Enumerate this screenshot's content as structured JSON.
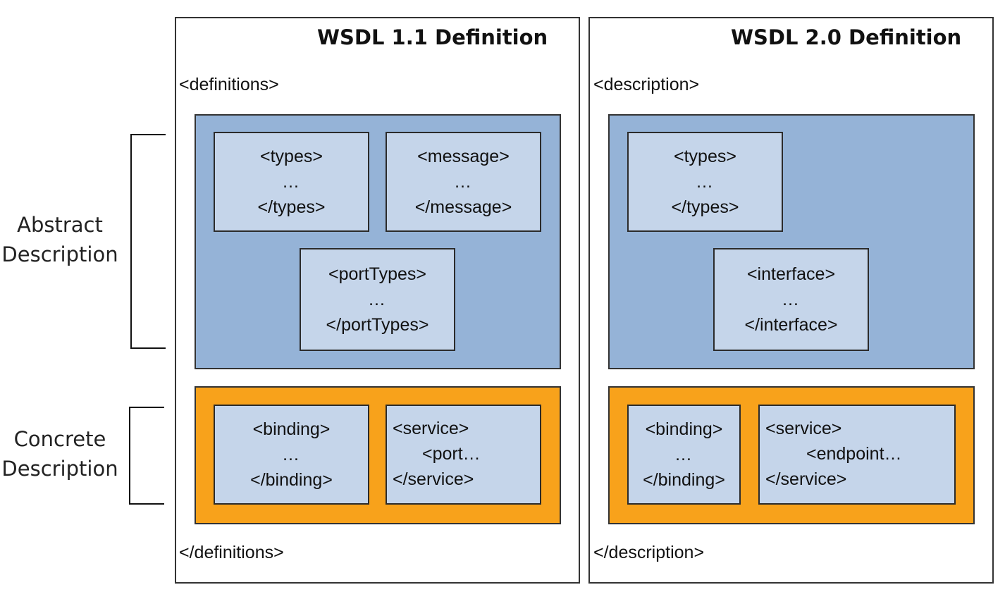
{
  "side_labels": {
    "abstract": [
      "Abstract",
      "Description"
    ],
    "concrete": [
      "Concrete",
      "Description"
    ]
  },
  "wsdl11": {
    "title": "WSDL 1.1 Definition",
    "open_tag": "<definitions>",
    "close_tag": "</definitions>",
    "types": {
      "open": "<types>",
      "dots": "…",
      "close": "</types>"
    },
    "message": {
      "open": "<message>",
      "dots": "…",
      "close": "</message>"
    },
    "portTypes": {
      "open": "<portTypes>",
      "dots": "…",
      "close": "</portTypes>"
    },
    "binding": {
      "open": "<binding>",
      "dots": "…",
      "close": "</binding>"
    },
    "service": {
      "open": "<service>",
      "inner": "<port…",
      "close": "</service>"
    }
  },
  "wsdl20": {
    "title": "WSDL 2.0 Definition",
    "open_tag": "<description>",
    "close_tag": "</description>",
    "types": {
      "open": "<types>",
      "dots": "…",
      "close": "</types>"
    },
    "interface": {
      "open": "<interface>",
      "dots": "…",
      "close": "</interface>"
    },
    "binding": {
      "open": "<binding>",
      "dots": "…",
      "close": "</binding>"
    },
    "service": {
      "open": "<service>",
      "inner": "<endpoint…",
      "close": "</service>"
    }
  },
  "colors": {
    "abstract_section": "#95b3d7",
    "concrete_section": "#f8a21b",
    "element_box": "#c5d5ea"
  }
}
